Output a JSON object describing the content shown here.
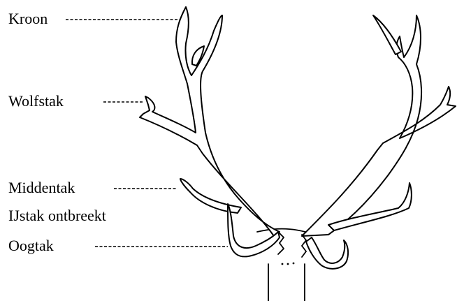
{
  "labels": {
    "kroon": "Kroon",
    "wolfstak": "Wolfstak",
    "middentak": "Middentak",
    "ijstak": "IJstak ontbreekt",
    "oogtak": "Oogtak"
  },
  "colors": {
    "line": "#000000",
    "background": "#ffffff"
  }
}
